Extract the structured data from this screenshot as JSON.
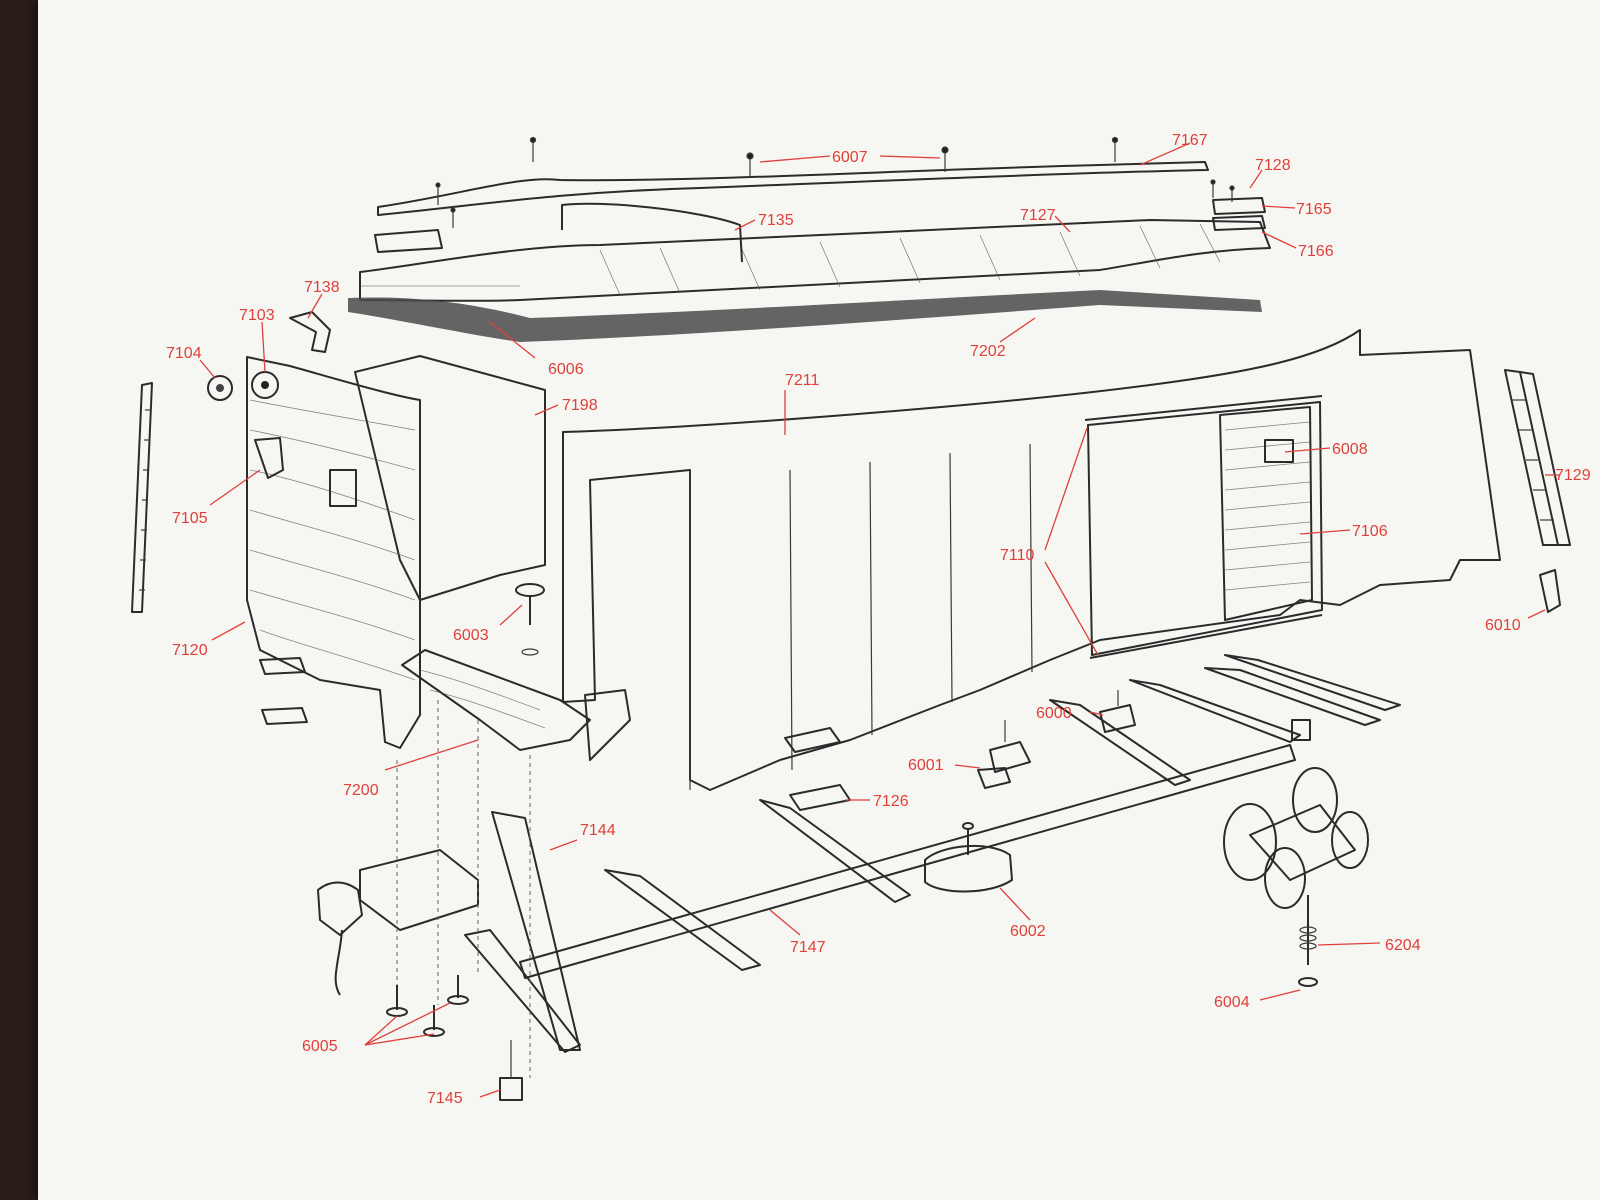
{
  "diagram": {
    "labels": [
      {
        "id": "7167",
        "text": "7167"
      },
      {
        "id": "7128",
        "text": "7128"
      },
      {
        "id": "6007",
        "text": "6007"
      },
      {
        "id": "7165",
        "text": "7165"
      },
      {
        "id": "7135",
        "text": "7135"
      },
      {
        "id": "7127",
        "text": "7127"
      },
      {
        "id": "7166",
        "text": "7166"
      },
      {
        "id": "7138",
        "text": "7138"
      },
      {
        "id": "7103",
        "text": "7103"
      },
      {
        "id": "7202",
        "text": "7202"
      },
      {
        "id": "6006",
        "text": "6006"
      },
      {
        "id": "7104",
        "text": "7104"
      },
      {
        "id": "7211",
        "text": "7211"
      },
      {
        "id": "7198",
        "text": "7198"
      },
      {
        "id": "6008",
        "text": "6008"
      },
      {
        "id": "7129",
        "text": "7129"
      },
      {
        "id": "7105",
        "text": "7105"
      },
      {
        "id": "7106",
        "text": "7106"
      },
      {
        "id": "7110",
        "text": "7110"
      },
      {
        "id": "6003",
        "text": "6003"
      },
      {
        "id": "6010",
        "text": "6010"
      },
      {
        "id": "7120",
        "text": "7120"
      },
      {
        "id": "6000",
        "text": "6000"
      },
      {
        "id": "6001",
        "text": "6001"
      },
      {
        "id": "7200",
        "text": "7200"
      },
      {
        "id": "7126",
        "text": "7126"
      },
      {
        "id": "7144",
        "text": "7144"
      },
      {
        "id": "6002",
        "text": "6002"
      },
      {
        "id": "7147",
        "text": "7147"
      },
      {
        "id": "6204",
        "text": "6204"
      },
      {
        "id": "6004",
        "text": "6004"
      },
      {
        "id": "6005",
        "text": "6005"
      },
      {
        "id": "7145",
        "text": "7145"
      }
    ]
  }
}
